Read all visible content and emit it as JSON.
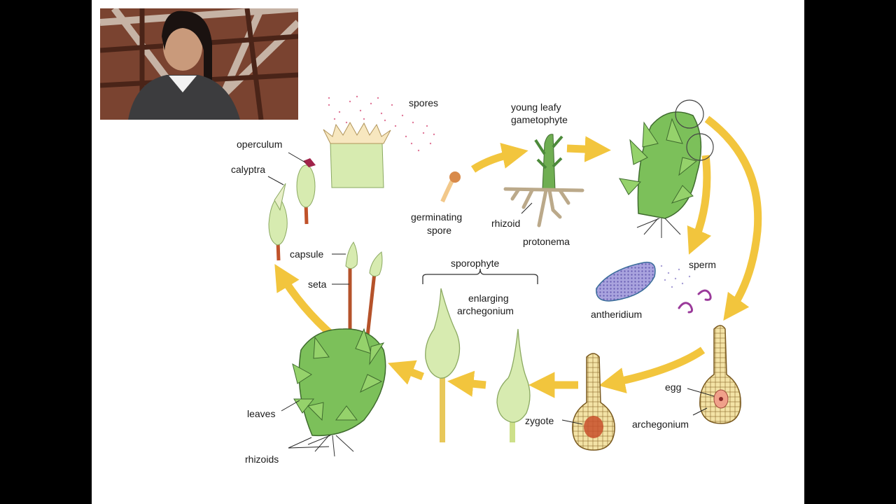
{
  "diagram": {
    "labels": {
      "spores": "spores",
      "young_leafy": "young leafy",
      "gametophyte": "gametophyte",
      "operculum": "operculum",
      "calyptra": "calyptra",
      "germinating": "germinating",
      "spore": "spore",
      "rhizoid": "rhizoid",
      "protonema": "protonema",
      "capsule": "capsule",
      "seta": "seta",
      "sporophyte": "sporophyte",
      "enlarging": "enlarging",
      "archegonium_2": "archegonium",
      "sperm": "sperm",
      "antheridium": "antheridium",
      "egg": "egg",
      "zygote": "zygote",
      "archegonium": "archegonium",
      "leaves": "leaves",
      "rhizoids": "rhizoids"
    },
    "colors": {
      "arrow": "#f2c53d",
      "plant_green": "#7cc05a",
      "pale_green": "#d7ebb0",
      "brown_stalk": "#b5522a",
      "cell_tan": "#f3e3a6",
      "violet": "#9a8ccf"
    }
  }
}
